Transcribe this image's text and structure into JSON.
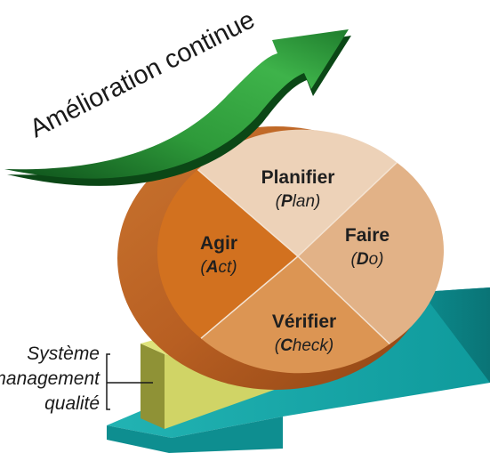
{
  "arrow_label": "Amélioration continue",
  "segments": {
    "plan": {
      "title": "Planifier",
      "sub_open": "(",
      "sub_bold": "P",
      "sub_rest": "lan)"
    },
    "do": {
      "title": "Faire",
      "sub_open": "(",
      "sub_bold": "D",
      "sub_rest": "o)"
    },
    "check": {
      "title": "Vérifier",
      "sub_open": "(",
      "sub_bold": "C",
      "sub_rest": "heck)"
    },
    "act": {
      "title": "Agir",
      "sub_open": "(",
      "sub_bold": "A",
      "sub_rest": "ct)"
    }
  },
  "side_label": {
    "line1": "Système",
    "line2": "management",
    "line3": "qualité"
  },
  "colors": {
    "wheel_edge": "#c0662a",
    "plan": "#edd2b8",
    "do": "#e0ad82",
    "check": "#db944f",
    "act": "#d1701f",
    "arrow_green": "#2e9a3a",
    "ramp_teal": "#15a3a3",
    "wedge_yellow": "#cdd15f"
  }
}
